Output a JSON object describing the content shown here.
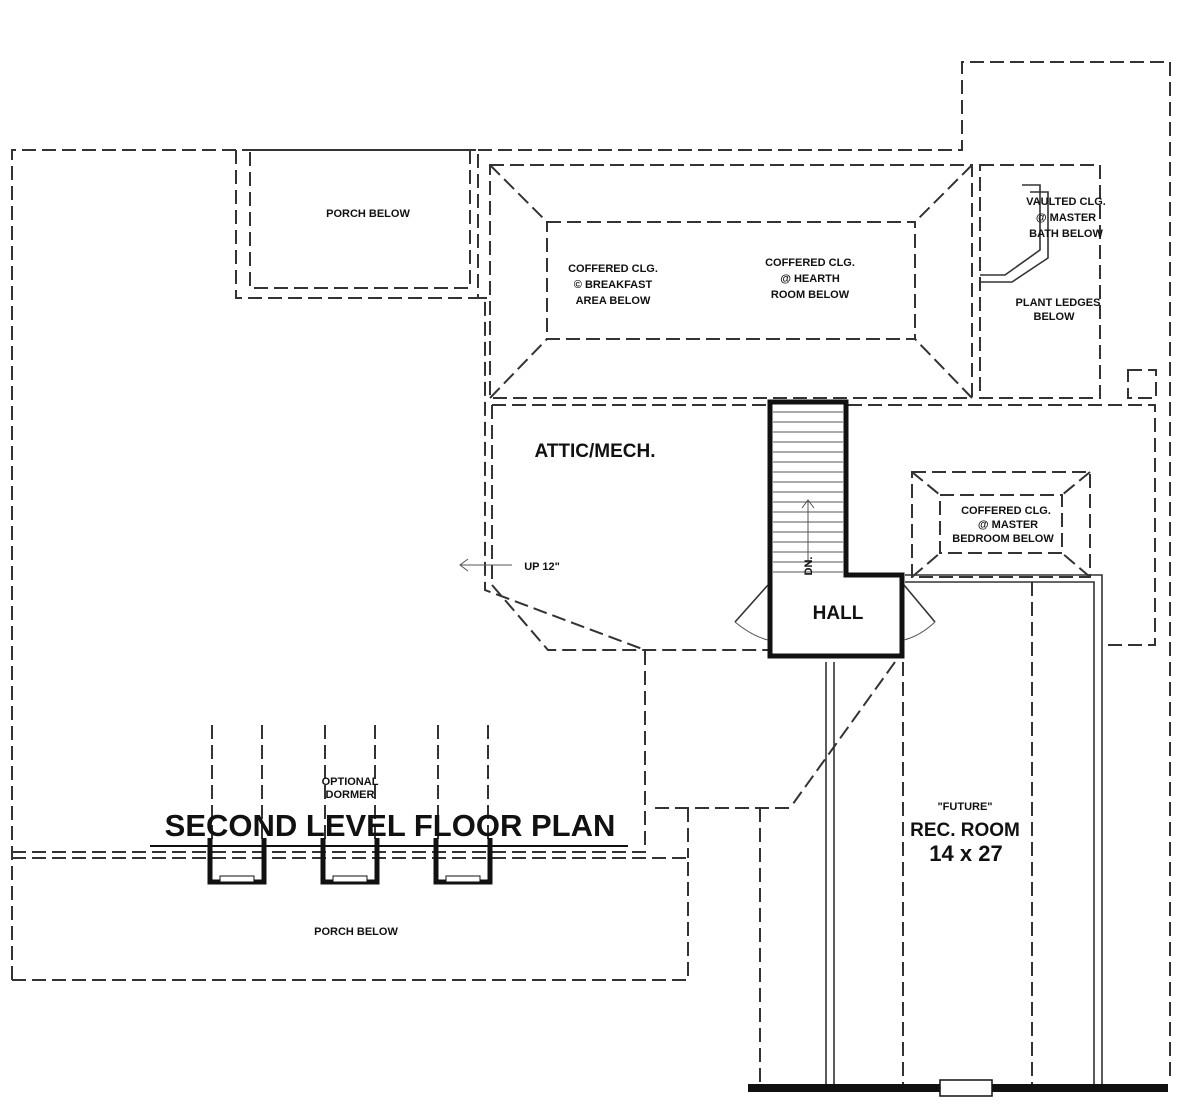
{
  "title": "SECOND LEVEL FLOOR PLAN",
  "labels": {
    "porch_below_top": "PORCH BELOW",
    "coffered_breakfast": [
      "COFFERED CLG.",
      "© BREAKFAST",
      "AREA BELOW"
    ],
    "coffered_hearth": [
      "COFFERED CLG.",
      "@ HEARTH",
      "ROOM BELOW"
    ],
    "vaulted": [
      "VAULTED CLG.",
      "@ MASTER",
      "BATH BELOW"
    ],
    "plant_ledges": [
      "PLANT LEDGES",
      "BELOW"
    ],
    "attic": "ATTIC/MECH.",
    "up": "UP 12\"",
    "coffered_master": [
      "COFFERED CLG.",
      "@ MASTER",
      "BEDROOM BELOW"
    ],
    "stair_dn": "DN.",
    "hall": "HALL",
    "dormer": [
      "OPTIONAL",
      "DORMER"
    ],
    "future": "\"FUTURE\"",
    "rec_room": "REC. ROOM",
    "rec_size": "14 x 27",
    "porch_below_bottom": "PORCH BELOW"
  }
}
